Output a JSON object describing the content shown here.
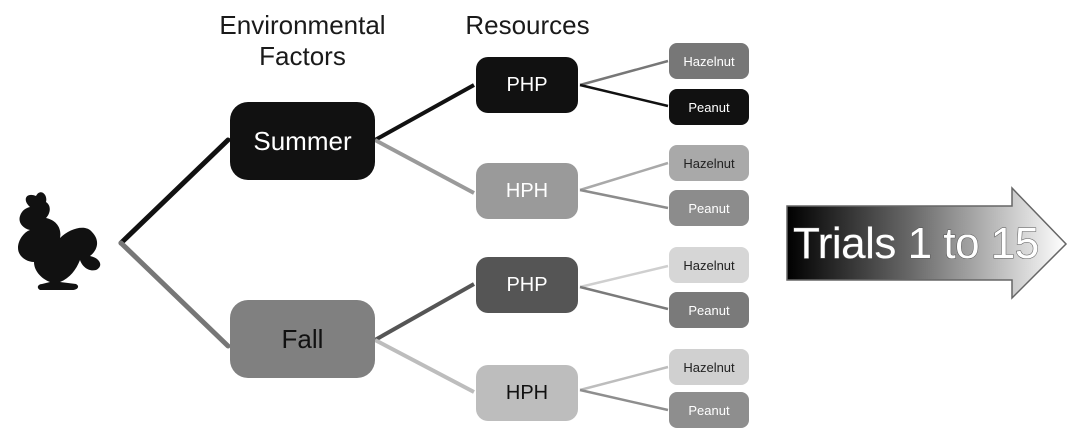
{
  "headers": {
    "env_factors": [
      "Environmental",
      "Factors"
    ],
    "resources": "Resources"
  },
  "seasons": [
    {
      "label": "Summer",
      "fill": "#111111",
      "text_color": "#ffffff"
    },
    {
      "label": "Fall",
      "fill": "#808080",
      "text_color": "#111111"
    }
  ],
  "resources": [
    {
      "label": "PHP",
      "fill": "#111111",
      "text_color": "#ffffff",
      "season": "Summer"
    },
    {
      "label": "HPH",
      "fill": "#9a9a9a",
      "text_color": "#ffffff",
      "season": "Summer"
    },
    {
      "label": "PHP",
      "fill": "#555555",
      "text_color": "#ffffff",
      "season": "Fall"
    },
    {
      "label": "HPH",
      "fill": "#bdbdbd",
      "text_color": "#111111",
      "season": "Fall"
    }
  ],
  "leaves": [
    {
      "label": "Hazelnut",
      "fill": "#777777",
      "text_color": "#ffffff"
    },
    {
      "label": "Peanut",
      "fill": "#111111",
      "text_color": "#ffffff"
    },
    {
      "label": "Hazelnut",
      "fill": "#a9a9a9",
      "text_color": "#222222"
    },
    {
      "label": "Peanut",
      "fill": "#8c8c8c",
      "text_color": "#ffffff"
    },
    {
      "label": "Hazelnut",
      "fill": "#d6d6d6",
      "text_color": "#222222"
    },
    {
      "label": "Peanut",
      "fill": "#7a7a7a",
      "text_color": "#ffffff"
    },
    {
      "label": "Hazelnut",
      "fill": "#d0d0d0",
      "text_color": "#222222"
    },
    {
      "label": "Peanut",
      "fill": "#8e8e8e",
      "text_color": "#ffffff"
    }
  ],
  "arrow": {
    "label": "Trials 1 to 15"
  },
  "colors": {
    "squirrel": "#111111",
    "line_summer": "#111111",
    "line_fall": "#777777"
  }
}
